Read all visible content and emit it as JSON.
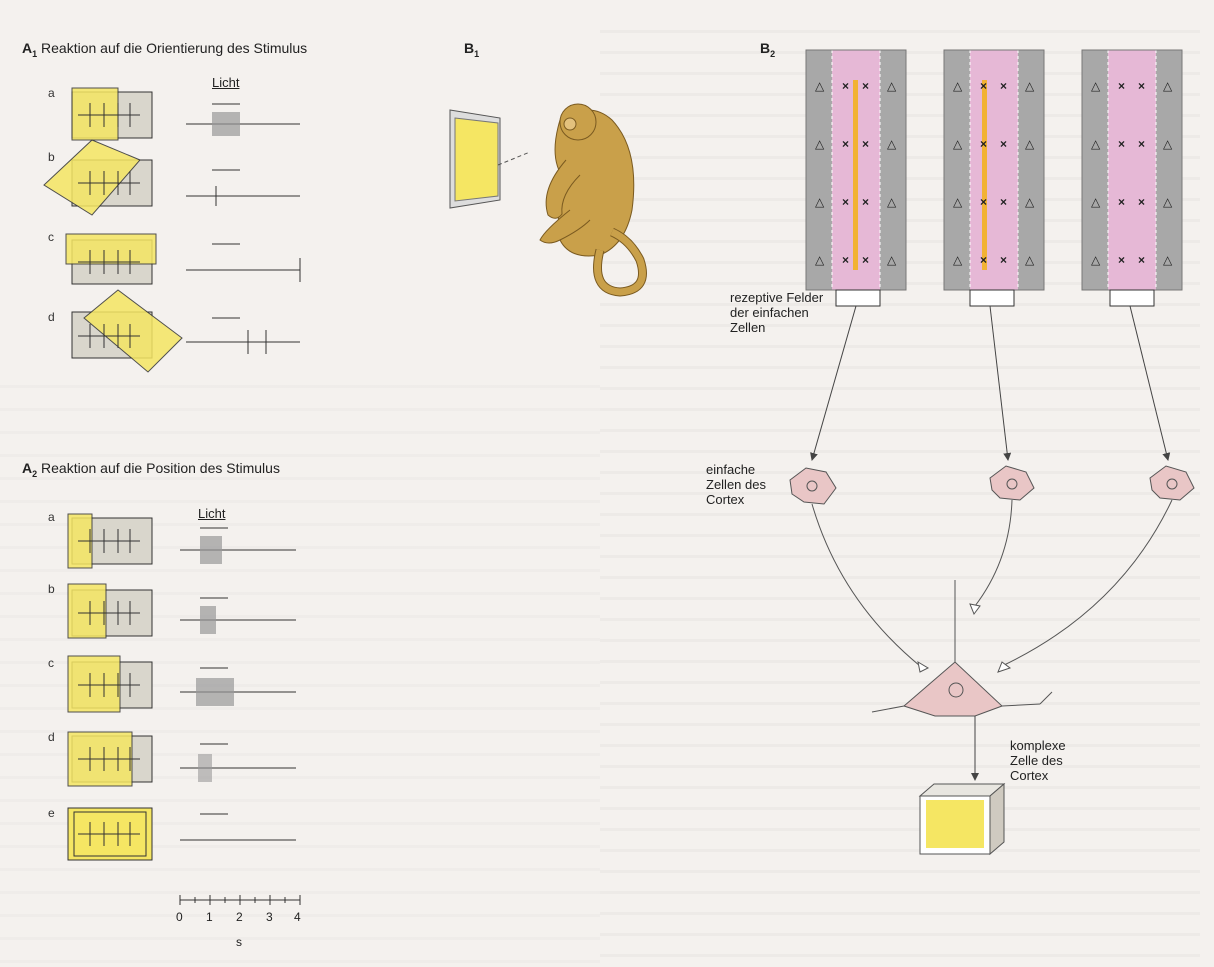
{
  "panels": {
    "a1": {
      "letter": "A",
      "sub": "1",
      "title": "Reaktion auf die Orientierung des Stimulus",
      "light_label": "Licht"
    },
    "a2": {
      "letter": "A",
      "sub": "2",
      "title": "Reaktion auf die Position des Stimulus",
      "light_label": "Licht"
    },
    "b1": {
      "letter": "B",
      "sub": "1"
    },
    "b2": {
      "letter": "B",
      "sub": "2"
    }
  },
  "row_labels_a1": [
    "a",
    "b",
    "c",
    "d"
  ],
  "row_labels_a2": [
    "a",
    "b",
    "c",
    "d",
    "e"
  ],
  "time_axis": {
    "ticks": [
      "0",
      "1",
      "2",
      "3",
      "4"
    ],
    "unit": "s"
  },
  "labels": {
    "receptive_fields": "rezeptive Felder\nder einfachen\nZellen",
    "simple_cells": "einfache\nZellen des\nCortex",
    "complex_cell": "komplexe\nZelle des\nCortex"
  },
  "colors": {
    "stimulus_yellow": "#f5e663",
    "field_gray": "#d9d6cc",
    "excitatory_pink": "#e6b8d6",
    "inhibitory_gray": "#a8a8a8",
    "cell_pink": "#e9c6c6",
    "monkey_tan": "#c9a04a",
    "bar_orange": "#f2b234"
  }
}
